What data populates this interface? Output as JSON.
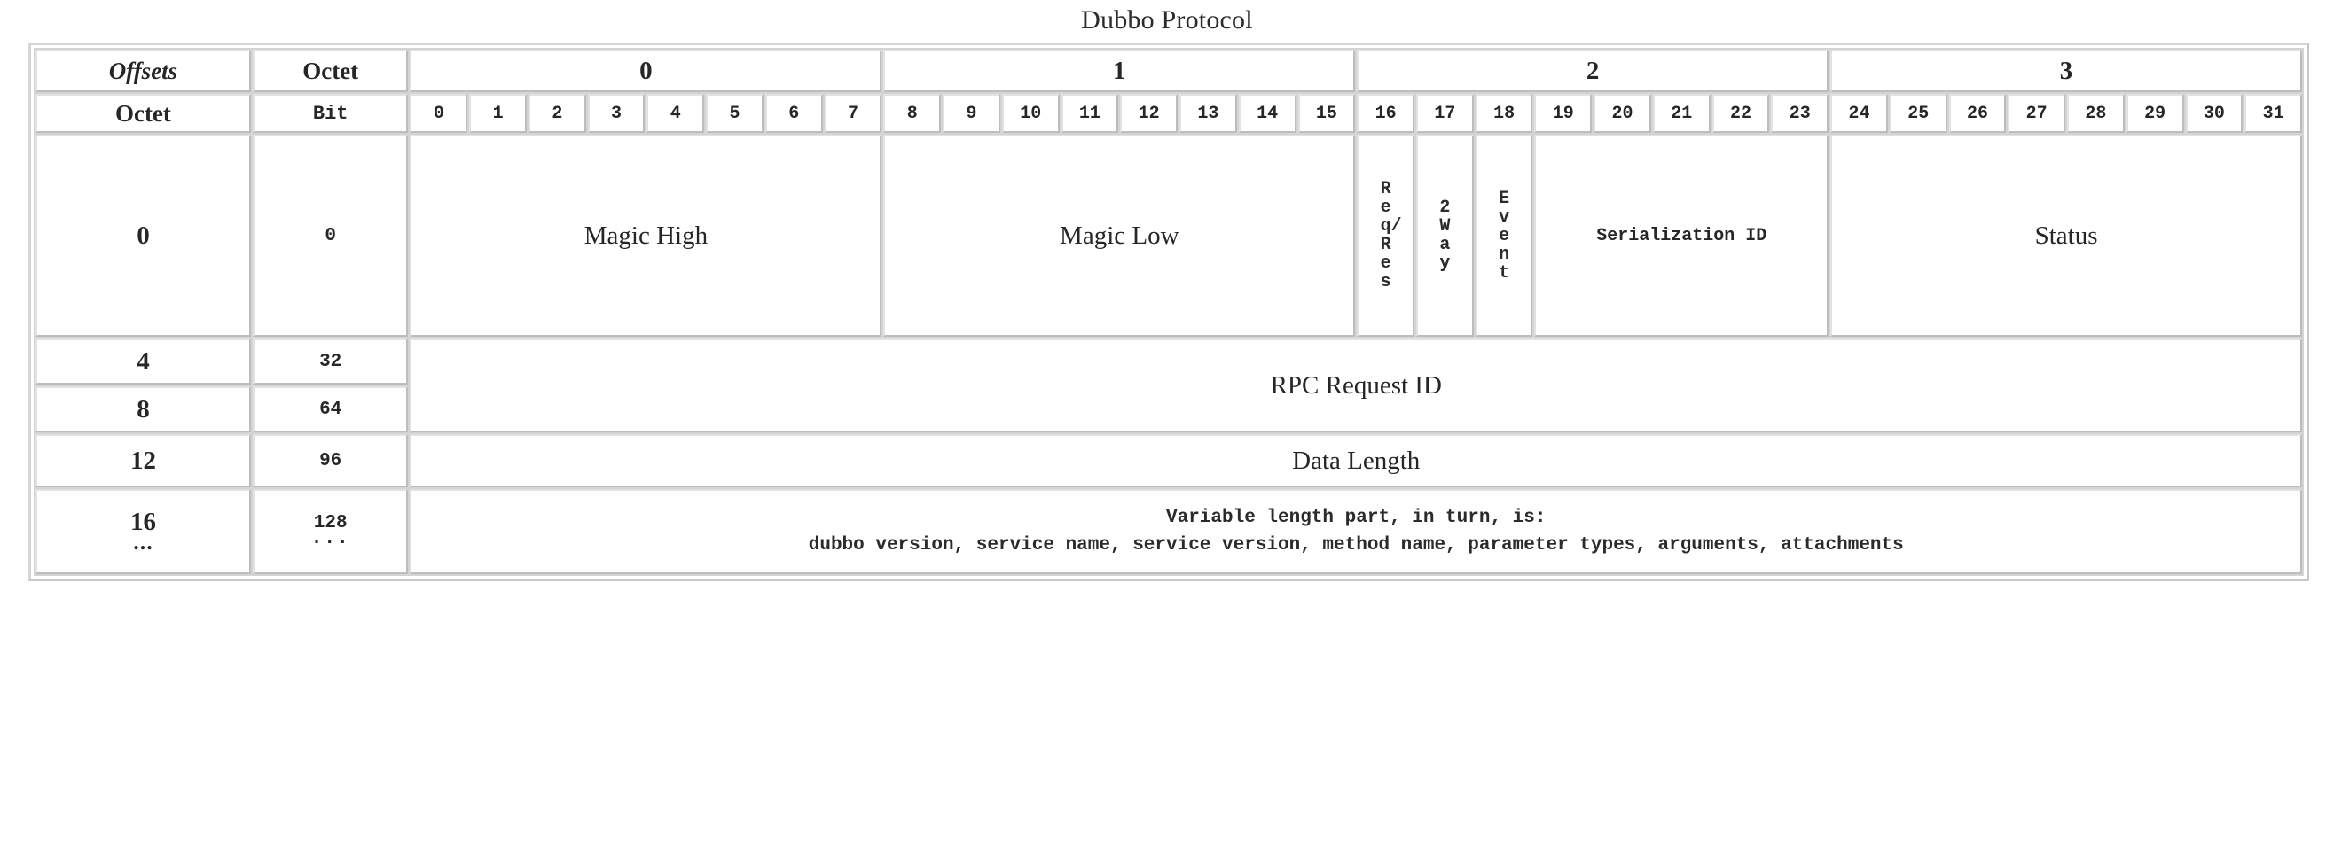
{
  "title": "Dubbo Protocol",
  "header": {
    "offsets_label": "Offsets",
    "octet_label": "Octet",
    "octet_row_label": "Octet",
    "bit_label": "Bit",
    "octet_columns": [
      "0",
      "1",
      "2",
      "3"
    ],
    "bit_columns": [
      "0",
      "1",
      "2",
      "3",
      "4",
      "5",
      "6",
      "7",
      "8",
      "9",
      "10",
      "11",
      "12",
      "13",
      "14",
      "15",
      "16",
      "17",
      "18",
      "19",
      "20",
      "21",
      "22",
      "23",
      "24",
      "25",
      "26",
      "27",
      "28",
      "29",
      "30",
      "31"
    ]
  },
  "rows": [
    {
      "octet_offset": "0",
      "bit_offset": "0",
      "fields": [
        {
          "label": "Magic High",
          "style": "serif",
          "bits": 8
        },
        {
          "label": "Magic Low",
          "style": "serif",
          "bits": 8
        },
        {
          "label": "Req/Res",
          "style": "vertical",
          "bits": 1
        },
        {
          "label": "2Way",
          "style": "vertical",
          "bits": 1
        },
        {
          "label": "Event",
          "style": "vertical",
          "bits": 1
        },
        {
          "label": "Serialization ID",
          "style": "mono",
          "bits": 5
        },
        {
          "label": "Status",
          "style": "serif",
          "bits": 8
        }
      ]
    },
    {
      "octet_offset": "4",
      "bit_offset": "32",
      "fields": [
        {
          "label": "RPC Request ID",
          "style": "serif",
          "bits": 32,
          "spans_rows": 2
        }
      ]
    },
    {
      "octet_offset": "8",
      "bit_offset": "64",
      "fields": []
    },
    {
      "octet_offset": "12",
      "bit_offset": "96",
      "fields": [
        {
          "label": "Data Length",
          "style": "serif",
          "bits": 32
        }
      ]
    },
    {
      "octet_offset": "16",
      "octet_offset_cont": "...",
      "bit_offset": "128",
      "bit_offset_cont": "...",
      "fields": [
        {
          "label_line1": "Variable length part, in turn, is:",
          "label_line2": "dubbo version, service name, service version, method name, parameter types, arguments, attachments",
          "style": "mono",
          "bits": 32
        }
      ]
    }
  ],
  "colors": {
    "background": "#ffffff",
    "border": "#d0d0d0",
    "text": "#262626",
    "outer_frame": "#c9c9c9"
  }
}
